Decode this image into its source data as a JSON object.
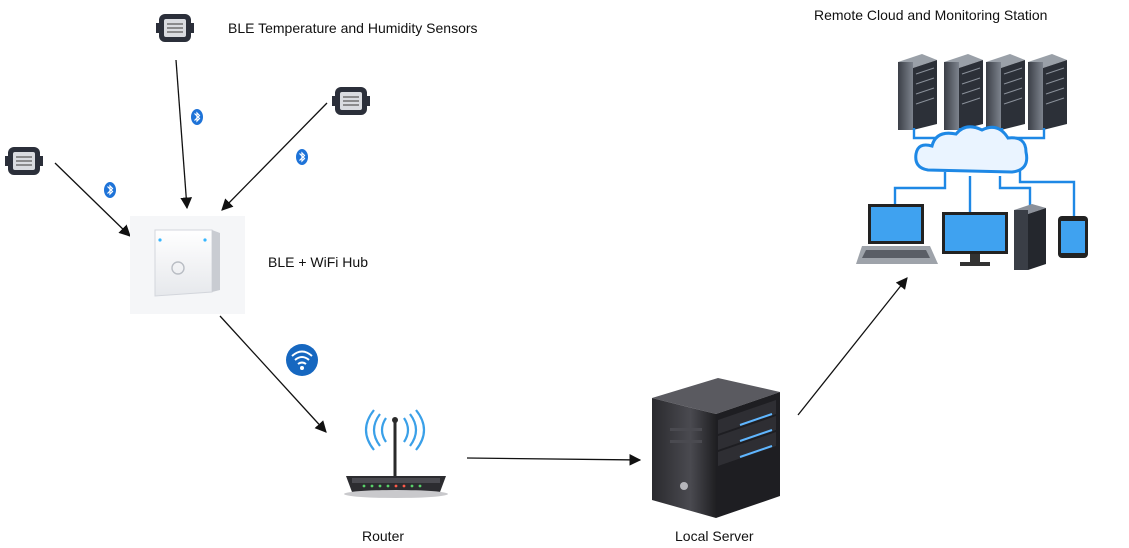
{
  "labels": {
    "sensors": "BLE Temperature and Humidity Sensors",
    "cloud": "Remote Cloud and Monitoring Station",
    "hub": "BLE + WiFi Hub",
    "router": "Router",
    "server": "Local Server"
  },
  "colors": {
    "arrow": "#111111",
    "bluetooth_badge": "#1e73d8",
    "wifi_badge": "#1667c0",
    "router_waves": "#3aa0e8",
    "cloud_lines": "#1e88e5",
    "sensor_body": "#2b2f3a",
    "server_dark": "#3a3a3e",
    "server_accent": "#5fb6ff"
  },
  "icons": {
    "sensor": "sensor-device-icon",
    "bluetooth": "bluetooth-icon",
    "wifi": "wifi-icon",
    "hub": "hub-device-icon",
    "router": "router-icon",
    "server": "server-tower-icon",
    "cloud_station": "cloud-monitoring-icon"
  }
}
